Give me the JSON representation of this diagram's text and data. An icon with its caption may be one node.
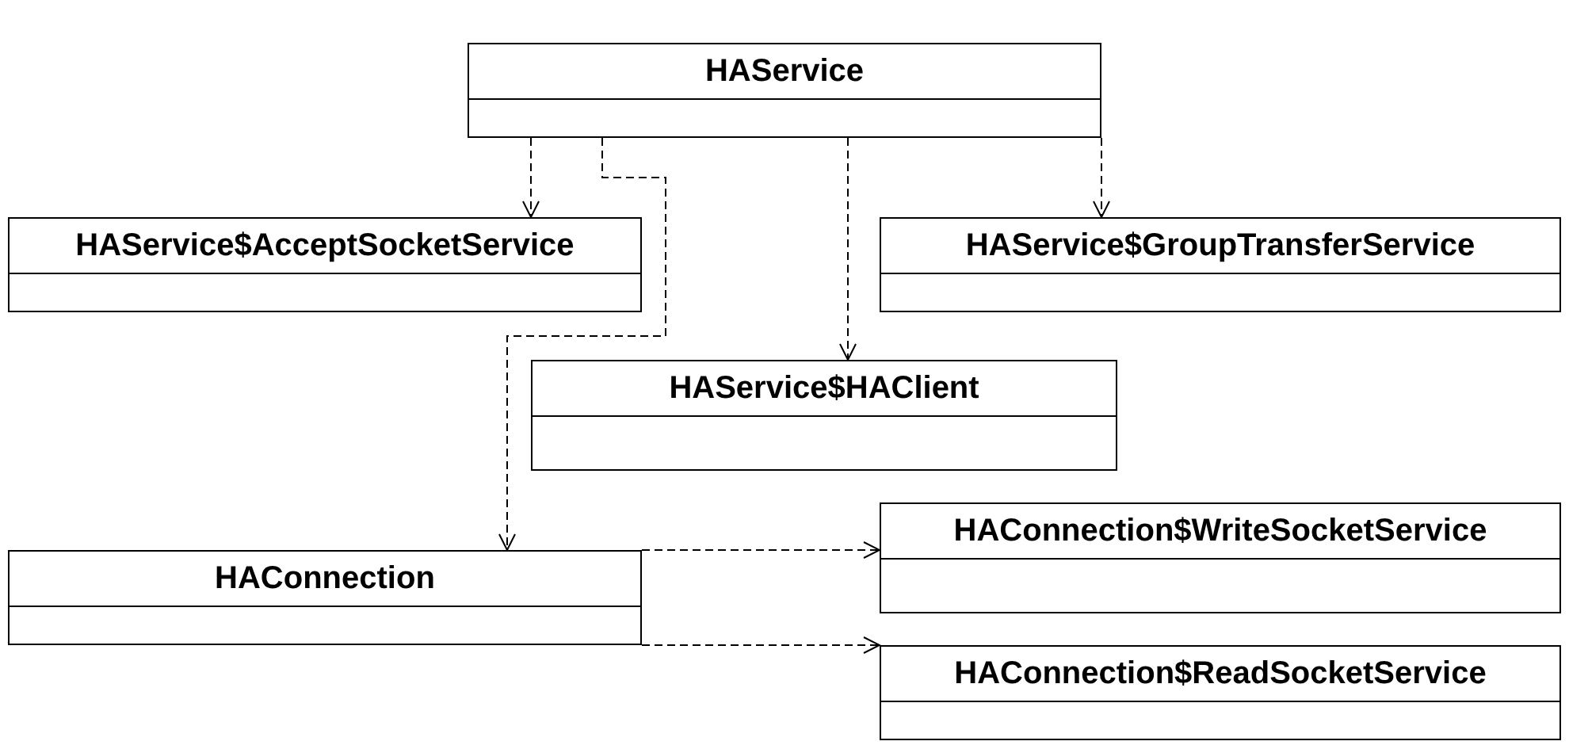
{
  "diagram": {
    "nodes": [
      {
        "text": [
          "HAService"
        ]
      },
      {
        "text": [
          "HAService$AcceptSocketService"
        ]
      },
      {
        "text": [
          "HAService$GroupTransferService"
        ]
      },
      {
        "text": [
          "HAService$HAClient"
        ]
      },
      {
        "text": [
          "HAConnection"
        ]
      },
      {
        "text": [
          "HAConnection$WriteSocketService"
        ]
      },
      {
        "text": [
          "HAConnection$ReadSocketService"
        ]
      }
    ],
    "edges": [
      {
        "from": 0,
        "to": 1,
        "arrow": "to",
        "style": "dashed"
      },
      {
        "from": 0,
        "to": 4,
        "arrow": "to",
        "style": "dashed"
      },
      {
        "from": 0,
        "to": 3,
        "arrow": "to",
        "style": "dashed"
      },
      {
        "from": 0,
        "to": 2,
        "arrow": "to",
        "style": "dashed"
      },
      {
        "from": 4,
        "to": 5,
        "arrow": "to",
        "style": "dashed"
      },
      {
        "from": 4,
        "to": 6,
        "arrow": "to",
        "style": "dashed"
      }
    ]
  }
}
